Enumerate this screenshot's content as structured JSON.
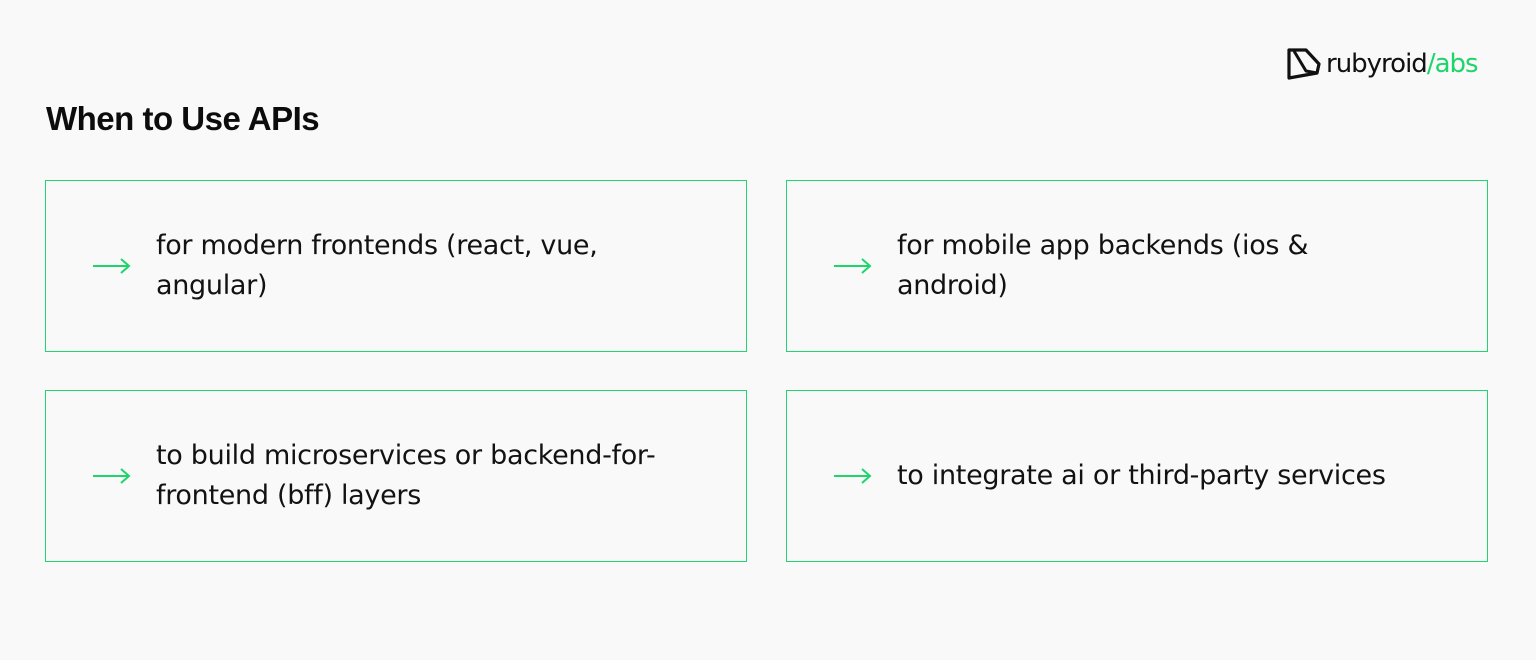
{
  "logo": {
    "name_main": "rubyroid",
    "name_accent": "/abs",
    "icon": "diamond-logo-icon"
  },
  "title": "When to Use APIs",
  "colors": {
    "accent": "#1ed56b",
    "border": "#22d472",
    "background": "#f9f9f9",
    "text": "#111111"
  },
  "cards": [
    {
      "icon": "arrow-right-icon",
      "text": "for modern frontends (react, vue, angular)"
    },
    {
      "icon": "arrow-right-icon",
      "text": "for mobile app backends (ios & android)"
    },
    {
      "icon": "arrow-right-icon",
      "text": "to build microservices or backend-for-frontend (bff) layers"
    },
    {
      "icon": "arrow-right-icon",
      "text": "to integrate ai or third-party services"
    }
  ]
}
